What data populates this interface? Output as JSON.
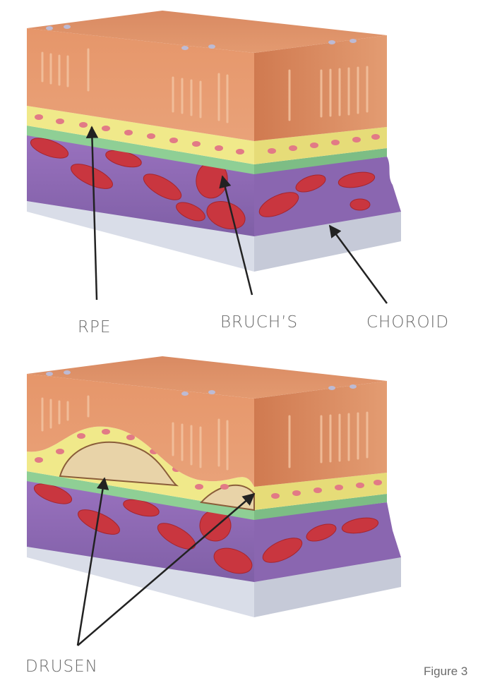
{
  "diagram_1": {
    "labels": {
      "rpe": "RPE",
      "bruch": "BRUCH’S",
      "choroid": "CHOROID"
    }
  },
  "diagram_2": {
    "labels": {
      "drusen": "DRUSEN"
    }
  },
  "caption": "Figure 3",
  "colors": {
    "photoreceptor": "#e08a5f",
    "photoreceptor_side": "#c9744c",
    "rpe": "#f0e98a",
    "rpe_nuclei": "#e27a86",
    "bruch": "#8fcf95",
    "choroid": "#8d6ab4",
    "vessels": "#c9363f",
    "base": "#d9dde8",
    "drusen": "#e8d3a8"
  }
}
